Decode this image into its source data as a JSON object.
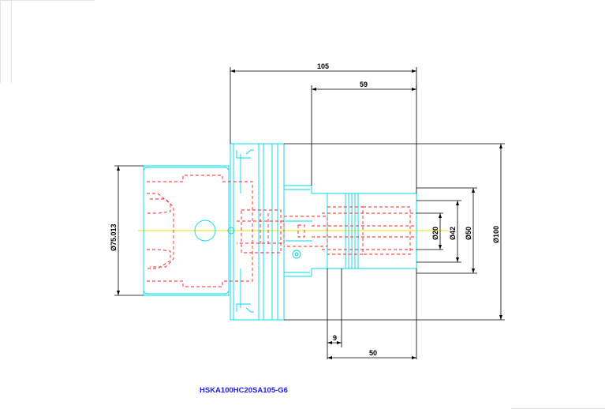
{
  "drawing": {
    "part_number": "HSKA100HC20SA105-G6",
    "dimensions": {
      "overall_length": "105",
      "length_59": "59",
      "length_9": "9",
      "length_50": "50",
      "dia_75": "Ø75.013",
      "dia_20": "Ø20",
      "dia_42": "Ø42",
      "dia_50": "Ø50",
      "dia_100": "Ø100"
    },
    "colors": {
      "outline": "#00d8e8",
      "hidden": "#ff2020",
      "centerline": "#e8e000",
      "dimension": "#000000",
      "title": "#1a1aff"
    }
  }
}
